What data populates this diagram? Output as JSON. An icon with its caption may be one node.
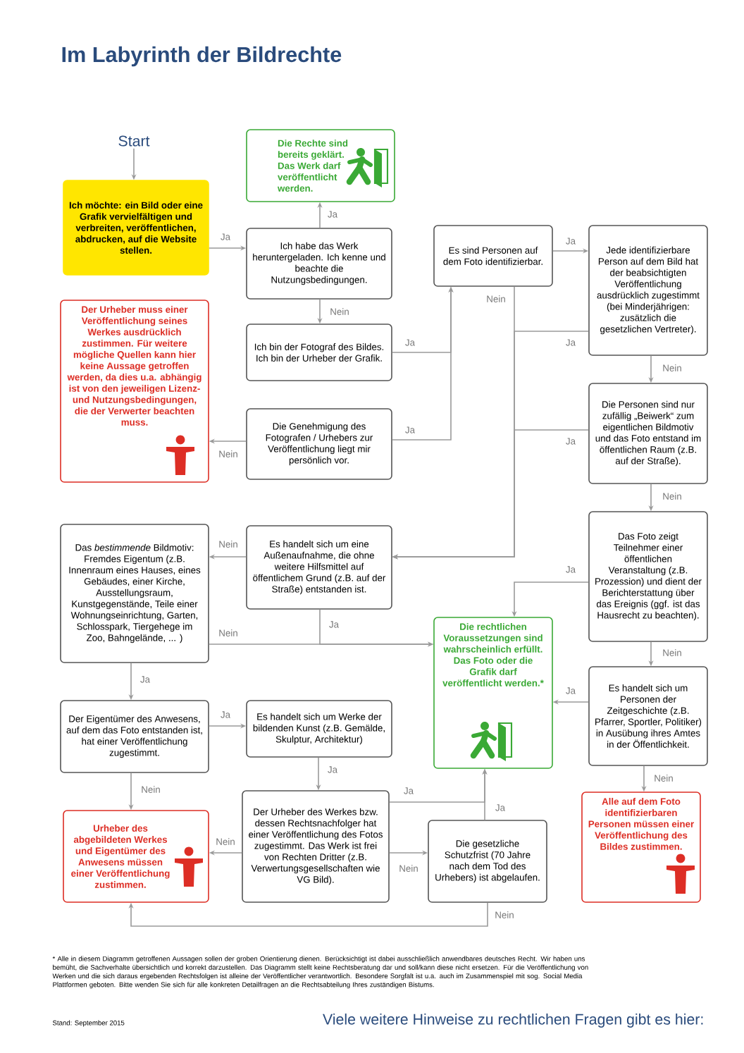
{
  "diagram": {
    "title": "Im Labyrinth der Bildrechte",
    "nodes": [
      {
        "text": [
          "Start"
        ]
      },
      {
        "text": [
          "Ich möchte: ein Bild oder eine Grafik vervielfältigen und verbreiten, veröffentlichen, abdrucken, auf die Website stellen."
        ]
      },
      {
        "text": [
          "Die Rechte sind bereits geklärt. Das Werk darf veröffentlicht werden."
        ]
      },
      {
        "text": [
          "Ich habe das Werk heruntergeladen. Ich kenne und beachte die Nutzungsbedingungen."
        ]
      },
      {
        "text": [
          "Ich bin der Fotograf des Bildes. Ich bin der Urheber der Grafik."
        ]
      },
      {
        "text": [
          "Die Genehmigung des Fotografen / Urhebers zur Veröffentlichung liegt mir persönlich vor."
        ]
      },
      {
        "text": [
          "Der Urheber muss einer Veröffentlichung seines Werkes ausdrücklich zustimmen. Für weitere mögliche Quellen kann hier keine Aussage getroffen werden, da dies u.a. abhängig ist von den jeweiligen Lizenz- und Nutzungsbedingungen, die der Verwerter beachten muss."
        ]
      },
      {
        "text": [
          "Es sind Personen auf dem Foto identifizierbar."
        ]
      },
      {
        "text": [
          "Jede identifizierbare Person auf dem Bild hat der beabsichtigten Veröffentlichung ausdrücklich zugestimmt (bei Minderjährigen: zusätzlich die gesetzlichen Vertreter)."
        ]
      },
      {
        "text": [
          "Die Personen sind nur zufällig „Beiwerk“ zum eigentlichen Bildmotiv und das Foto entstand im öffentlichen Raum (z.B. auf der Straße)."
        ]
      },
      {
        "text": [
          "Es handelt sich um eine Außenaufnahme, die ohne weitere Hilfsmittel auf öffentlichem Grund (z.B. auf der Straße) entstanden ist."
        ]
      },
      {
        "text": [
          "Das *bestimmende* Bildmotiv: Fremdes Eigentum (z.B. Innenraum eines Hauses, eines Gebäudes, einer Kirche, Ausstellungsraum, Kunstgegenstände, Teile einer Wohnungseinrichtung, Garten, Schlosspark, Tiergehege im Zoo, Bahngelände, ... )"
        ]
      },
      {
        "text": [
          "Das Foto zeigt Teilnehmer einer öffentlichen Veranstaltung (z.B. Prozession) und dient der Berichterstattung über das Ereignis (ggf. ist das Hausrecht zu beachten)."
        ]
      },
      {
        "text": [
          "Die rechtlichen Voraussetzungen sind wahrscheinlich erfüllt. Das Foto oder die Grafik darf veröffentlicht werden.*"
        ]
      },
      {
        "text": [
          "Der Eigentümer des Anwesens, auf dem das Foto entstanden ist, hat einer Veröffentlichung zugestimmt."
        ]
      },
      {
        "text": [
          "Es handelt sich um Werke der bildenden Kunst (z.B. Gemälde, Skulptur, Architektur)"
        ]
      },
      {
        "text": [
          "Es handelt sich um Personen der Zeitgeschichte (z.B. Pfarrer, Sportler, Politiker) in Ausübung ihres Amtes in der Öffentlichkeit."
        ]
      },
      {
        "text": [
          "Urheber des abgebildeten Werkes und Eigentümer des Anwesens müssen einer Veröffentlichung zustimmen."
        ]
      },
      {
        "text": [
          "Der Urheber des Werkes bzw. dessen Rechtsnachfolger hat einer Veröffentlichung des Fotos zugestimmt. Das Werk ist frei von Rechten Dritter (z.B. Verwertungsgesellschaften wie VG Bild)."
        ]
      },
      {
        "text": [
          "Die gesetzliche Schutzfrist (70 Jahre nach dem Tod des Urhebers) ist abgelaufen."
        ]
      },
      {
        "text": [
          "Alle auf dem Foto identifizierbaren Personen müssen einer Veröffentlichung des Bildes zustimmen."
        ]
      }
    ],
    "edges": [
      {
        "from": 0,
        "to": 1,
        "arrow": "to"
      },
      {
        "from": 1,
        "to": 3,
        "arrow": "to",
        "label": "Ja"
      },
      {
        "from": 3,
        "to": 2,
        "arrow": "to",
        "label": "Ja"
      },
      {
        "from": 3,
        "to": 4,
        "arrow": "to",
        "label": "Nein"
      },
      {
        "from": 4,
        "to": 7,
        "arrow": "to",
        "label": "Ja"
      },
      {
        "from": 5,
        "to": 7,
        "arrow": "to",
        "label": "Ja"
      },
      {
        "from": 5,
        "to": 6,
        "arrow": "to",
        "label": "Nein"
      },
      {
        "from": 7,
        "to": 8,
        "arrow": "to",
        "label": "Ja"
      },
      {
        "from": 7,
        "to": 10,
        "arrow": "to",
        "label": "Nein"
      },
      {
        "from": 8,
        "to": 10,
        "arrow": "to",
        "label": "Ja"
      },
      {
        "from": 9,
        "to": 10,
        "arrow": "to",
        "label": "Ja"
      },
      {
        "from": 8,
        "to": 9,
        "arrow": "to",
        "label": "Nein"
      },
      {
        "from": 9,
        "to": 12,
        "arrow": "to",
        "label": "Nein"
      },
      {
        "from": 12,
        "to": 13,
        "arrow": "to",
        "label": "Ja"
      },
      {
        "from": 12,
        "to": 16,
        "arrow": "to",
        "label": "Nein"
      },
      {
        "from": 16,
        "to": 13,
        "arrow": "to",
        "label": "Ja"
      },
      {
        "from": 16,
        "to": 20,
        "arrow": "to",
        "label": "Nein"
      },
      {
        "from": 10,
        "to": 11,
        "arrow": "to",
        "label": "Nein"
      },
      {
        "from": 10,
        "to": 13,
        "arrow": "to",
        "label": "Ja"
      },
      {
        "from": 11,
        "to": 13,
        "arrow": "to",
        "label": "Nein"
      },
      {
        "from": 11,
        "to": 14,
        "arrow": "to",
        "label": "Ja"
      },
      {
        "from": 14,
        "to": 15,
        "arrow": "to",
        "label": "Ja"
      },
      {
        "from": 14,
        "to": 17,
        "arrow": "to",
        "label": "Nein"
      },
      {
        "from": 15,
        "to": 18,
        "arrow": "to",
        "label": "Ja"
      },
      {
        "from": 18,
        "to": 13,
        "arrow": "to",
        "label": "Ja"
      },
      {
        "from": 19,
        "to": 13,
        "arrow": "to",
        "label": "Ja"
      },
      {
        "from": 18,
        "to": 17,
        "arrow": "to",
        "label": "Nein"
      },
      {
        "from": 18,
        "to": 19,
        "arrow": "to",
        "label": "Nein"
      },
      {
        "from": 19,
        "to": 17,
        "arrow": "to",
        "label": "Nein"
      }
    ],
    "labels": [
      "* Alle in diesem Diagramm getroffenen Aussagen sollen der groben Orientierung dienen. Berücksichtigt ist dabei ausschließlich anwendbares deutsches Recht. Wir haben uns bemüht, die Sachverhalte übersichtlich und korrekt darzustellen. Das Diagramm stellt keine Rechtsberatung dar und soll/kann diese nicht ersetzen. Für die Veröffentlichung von Werken und die sich daraus ergebenden Rechtsfolgen ist alleine der Veröffentlicher verantwortlich. Besondere Sorgfalt ist u.a. auch im Zusammenspiel mit sog. Social Media Plattformen geboten. Bitte wenden Sie sich für alle konkreten Detailfragen an die Rechtsabteilung Ihres zuständigen Bistums.",
      "Stand: September 2015",
      "Viele weitere Hinweise zu rechtlichen Fragen gibt es hier:"
    ]
  }
}
